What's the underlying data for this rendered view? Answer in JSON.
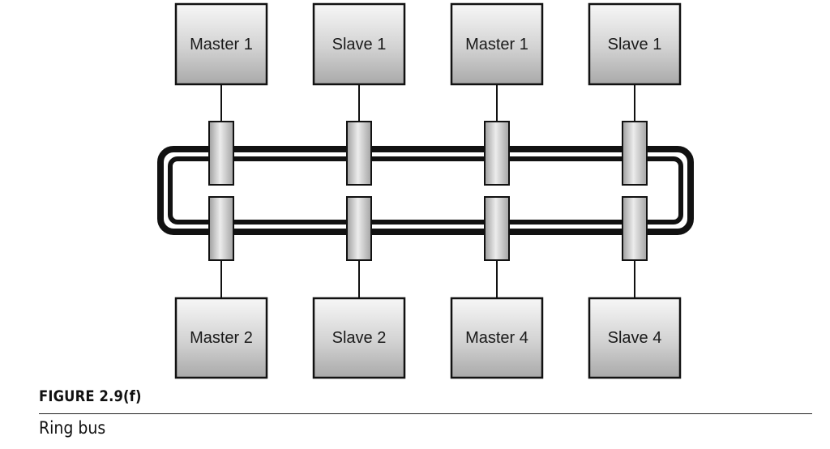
{
  "figure": {
    "number": "FIGURE 2.9(f)",
    "caption": "Ring bus"
  },
  "colors": {
    "box_gradient_top": "#f7f7f7",
    "box_gradient_bottom": "#a9a9a9",
    "stroke": "#111111",
    "tap_gradient_light": "#ececec",
    "tap_gradient_dark": "#9e9e9e"
  },
  "diagram": {
    "top_nodes": [
      {
        "label": "Master 1"
      },
      {
        "label": "Slave 1"
      },
      {
        "label": "Master 1"
      },
      {
        "label": "Slave 1"
      }
    ],
    "bottom_nodes": [
      {
        "label": "Master 2"
      },
      {
        "label": "Slave 2"
      },
      {
        "label": "Master 4"
      },
      {
        "label": "Slave 4"
      }
    ]
  }
}
